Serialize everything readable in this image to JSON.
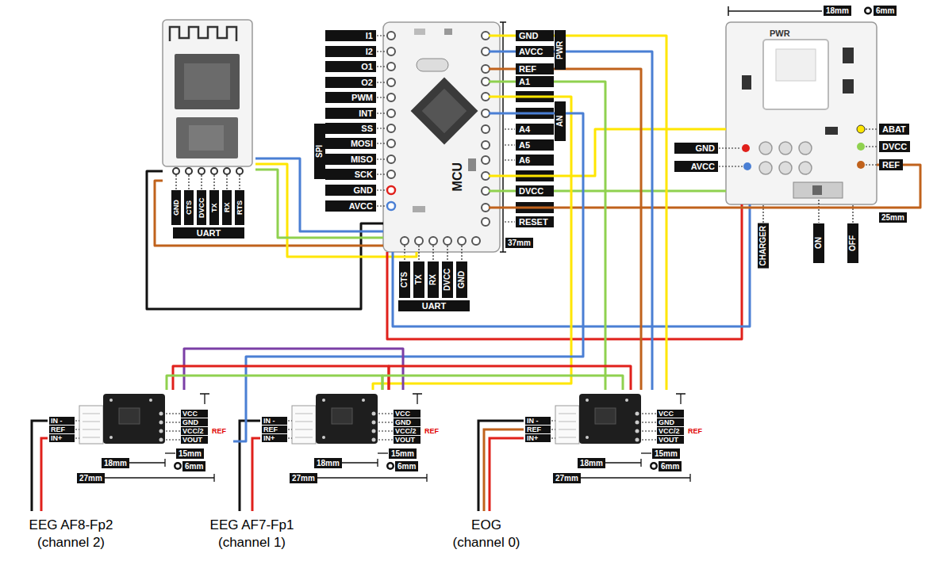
{
  "diagram": {
    "nodes": [
      {
        "text": [
          "GND",
          "CTS",
          "DVCC",
          "TX",
          "RX",
          "RTS",
          "UART"
        ]
      },
      {
        "text": [
          "MCU"
        ]
      },
      {
        "text": [
          "PWR"
        ]
      },
      {
        "text": [
          "IN -",
          "REF",
          "IN+",
          "VCC",
          "GND",
          "VCC/2",
          "VOUT",
          "REF"
        ]
      },
      {
        "text": [
          "IN -",
          "REF",
          "IN+",
          "VCC",
          "GND",
          "VCC/2",
          "VOUT",
          "REF"
        ]
      },
      {
        "text": [
          "IN -",
          "REF",
          "IN+",
          "VCC",
          "GND",
          "VCC/2",
          "VOUT",
          "REF"
        ]
      }
    ],
    "edges": [
      {
        "from": 0,
        "to": 1,
        "arrow": "none"
      },
      {
        "from": 0,
        "to": 1,
        "arrow": "none"
      },
      {
        "from": 0,
        "to": 1,
        "arrow": "none"
      },
      {
        "from": 0,
        "to": 1,
        "arrow": "none"
      },
      {
        "from": 0,
        "to": 1,
        "arrow": "none"
      },
      {
        "from": 1,
        "to": 2,
        "arrow": "none"
      },
      {
        "from": 1,
        "to": 2,
        "arrow": "none"
      },
      {
        "from": 1,
        "to": 2,
        "arrow": "none"
      },
      {
        "from": 1,
        "to": 2,
        "arrow": "none"
      },
      {
        "from": 1,
        "to": 2,
        "arrow": "none"
      },
      {
        "from": 1,
        "to": 5,
        "arrow": "none"
      },
      {
        "from": 1,
        "to": 5,
        "arrow": "none"
      },
      {
        "from": 1,
        "to": 5,
        "arrow": "none"
      },
      {
        "from": 1,
        "to": 5,
        "arrow": "none"
      },
      {
        "from": 1,
        "to": 4,
        "arrow": "none"
      },
      {
        "from": 1,
        "to": 3,
        "arrow": "none"
      },
      {
        "from": 3,
        "to": 4,
        "arrow": "none"
      },
      {
        "from": 3,
        "to": 4,
        "arrow": "none"
      },
      {
        "from": 4,
        "to": 5,
        "arrow": "none"
      },
      {
        "from": 3,
        "to": 4,
        "arrow": "none"
      },
      {
        "from": 4,
        "to": 5,
        "arrow": "none"
      }
    ],
    "labels": [
      "I1",
      "I2",
      "O1",
      "O2",
      "PWM",
      "INT",
      "SS",
      "MOSI",
      "MISO",
      "SCK",
      "GND",
      "AVCC",
      "SPI",
      "GND",
      "AVCC",
      "REF",
      "A1",
      "A4",
      "A5",
      "A6",
      "DVCC",
      "RESET",
      "PWR",
      "AN",
      "37mm",
      "CTS",
      "TX",
      "RX",
      "DVCC",
      "GND",
      "UART",
      "18mm",
      "6mm",
      "ABAT",
      "DVCC",
      "REF",
      "GND",
      "AVCC",
      "25mm",
      "CHARGER",
      "ON",
      "OFF",
      "15mm",
      "6mm",
      "18mm",
      "27mm",
      "15mm",
      "6mm",
      "18mm",
      "27mm",
      "15mm",
      "6mm",
      "18mm",
      "27mm",
      "EEG AF8-Fp2 (channel 2)",
      "EEG AF7-Fp1 (channel 1)",
      "EOG (channel 0)"
    ]
  }
}
